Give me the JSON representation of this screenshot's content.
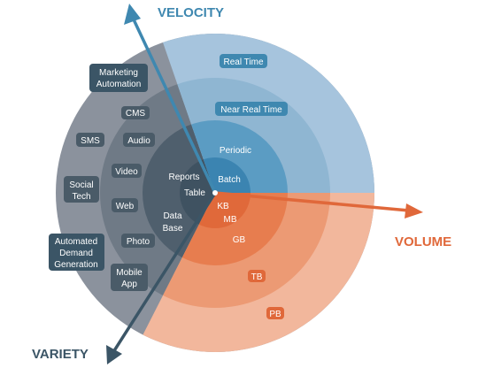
{
  "axes": {
    "velocity": {
      "label": "VELOCITY",
      "color": "#3f88b0"
    },
    "volume": {
      "label": "VOLUME",
      "color": "#e0683a"
    },
    "variety": {
      "label": "VARIETY",
      "color": "#3b5566"
    }
  },
  "velocity_items": [
    "Real Time",
    "Near Real Time",
    "Periodic",
    "Batch"
  ],
  "volume_items": [
    "KB",
    "MB",
    "GB",
    "TB",
    "PB"
  ],
  "variety_items": {
    "center": [
      "Reports",
      "Table",
      "Data",
      "Base"
    ],
    "outer": [
      "Marketing",
      "Automation",
      "CMS",
      "SMS",
      "Audio",
      "Video",
      "Social",
      "Tech",
      "Web",
      "Automated",
      "Demand",
      "Generation",
      "Photo",
      "Mobile",
      "App"
    ]
  }
}
